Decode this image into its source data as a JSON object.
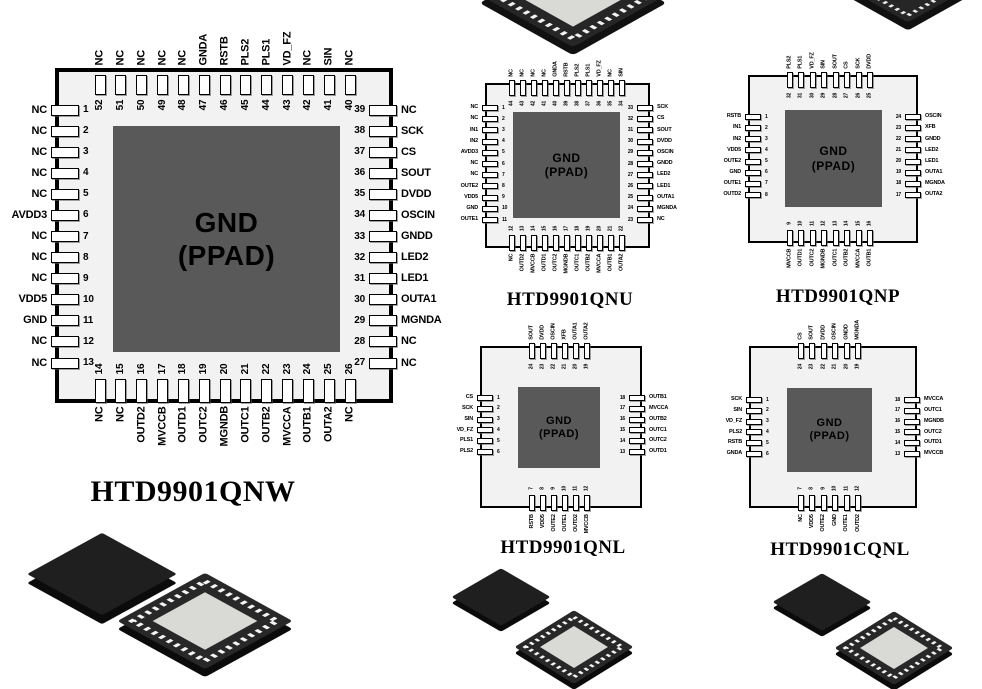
{
  "colors": {
    "page_background": "#ffffff",
    "chip_body_fill": "#f2f2f2",
    "chip_outline": "#000000",
    "ppad_fill": "#595959",
    "pin_pad_fill": "#ffffff",
    "label_text": "#000000",
    "package_body": "#262626",
    "package_pad": "#d9d9d5"
  },
  "chips": [
    {
      "id": "qnw",
      "title": "HTD9901QNW",
      "pad_line1": "GND",
      "pad_line2": "(PPAD)",
      "pins": {
        "left": [
          {
            "num": "1",
            "label": "NC"
          },
          {
            "num": "2",
            "label": "NC"
          },
          {
            "num": "3",
            "label": "NC"
          },
          {
            "num": "4",
            "label": "NC"
          },
          {
            "num": "5",
            "label": "NC"
          },
          {
            "num": "6",
            "label": "AVDD3"
          },
          {
            "num": "7",
            "label": "NC"
          },
          {
            "num": "8",
            "label": "NC"
          },
          {
            "num": "9",
            "label": "NC"
          },
          {
            "num": "10",
            "label": "VDD5"
          },
          {
            "num": "11",
            "label": "GND"
          },
          {
            "num": "12",
            "label": "NC"
          },
          {
            "num": "13",
            "label": "NC"
          }
        ],
        "right": [
          {
            "num": "39",
            "label": "NC"
          },
          {
            "num": "38",
            "label": "SCK"
          },
          {
            "num": "37",
            "label": "CS"
          },
          {
            "num": "36",
            "label": "SOUT"
          },
          {
            "num": "35",
            "label": "DVDD"
          },
          {
            "num": "34",
            "label": "OSCIN"
          },
          {
            "num": "33",
            "label": "GNDD"
          },
          {
            "num": "32",
            "label": "LED2"
          },
          {
            "num": "31",
            "label": "LED1"
          },
          {
            "num": "30",
            "label": "OUTA1"
          },
          {
            "num": "29",
            "label": "MGNDA"
          },
          {
            "num": "28",
            "label": "NC"
          },
          {
            "num": "27",
            "label": "NC"
          }
        ],
        "top": [
          {
            "num": "52",
            "label": "NC"
          },
          {
            "num": "51",
            "label": "NC"
          },
          {
            "num": "50",
            "label": "NC"
          },
          {
            "num": "49",
            "label": "NC"
          },
          {
            "num": "48",
            "label": "NC"
          },
          {
            "num": "47",
            "label": "GNDA"
          },
          {
            "num": "46",
            "label": "RSTB"
          },
          {
            "num": "45",
            "label": "PLS2"
          },
          {
            "num": "44",
            "label": "PLS1"
          },
          {
            "num": "43",
            "label": "VD_FZ"
          },
          {
            "num": "42",
            "label": "NC"
          },
          {
            "num": "41",
            "label": "SIN"
          },
          {
            "num": "40",
            "label": "NC"
          }
        ],
        "bottom": [
          {
            "num": "14",
            "label": "NC"
          },
          {
            "num": "15",
            "label": "NC"
          },
          {
            "num": "16",
            "label": "OUTD2"
          },
          {
            "num": "17",
            "label": "MVCCB"
          },
          {
            "num": "18",
            "label": "OUTD1"
          },
          {
            "num": "19",
            "label": "OUTC2"
          },
          {
            "num": "20",
            "label": "MGNDB"
          },
          {
            "num": "21",
            "label": "OUTC1"
          },
          {
            "num": "22",
            "label": "OUTB2"
          },
          {
            "num": "23",
            "label": "MVCCA"
          },
          {
            "num": "24",
            "label": "OUTB1"
          },
          {
            "num": "25",
            "label": "OUTA2"
          },
          {
            "num": "26",
            "label": "NC"
          }
        ]
      }
    },
    {
      "id": "qnu",
      "title": "HTD9901QNU",
      "pad_line1": "GND",
      "pad_line2": "(PPAD)",
      "pins": {
        "left": [
          {
            "num": "1",
            "label": "NC"
          },
          {
            "num": "2",
            "label": "NC"
          },
          {
            "num": "3",
            "label": "IN1"
          },
          {
            "num": "4",
            "label": "IN2"
          },
          {
            "num": "5",
            "label": "AVDD3"
          },
          {
            "num": "6",
            "label": "NC"
          },
          {
            "num": "7",
            "label": "NC"
          },
          {
            "num": "8",
            "label": "OUTE2"
          },
          {
            "num": "9",
            "label": "VDD5"
          },
          {
            "num": "10",
            "label": "GND"
          },
          {
            "num": "11",
            "label": "OUTE1"
          }
        ],
        "right": [
          {
            "num": "33",
            "label": "SCK"
          },
          {
            "num": "32",
            "label": "CS"
          },
          {
            "num": "31",
            "label": "SOUT"
          },
          {
            "num": "30",
            "label": "DVDD"
          },
          {
            "num": "29",
            "label": "OSCIN"
          },
          {
            "num": "28",
            "label": "GNDD"
          },
          {
            "num": "27",
            "label": "LED2"
          },
          {
            "num": "26",
            "label": "LED1"
          },
          {
            "num": "25",
            "label": "OUTA1"
          },
          {
            "num": "24",
            "label": "MGNDA"
          },
          {
            "num": "23",
            "label": "NC"
          }
        ],
        "top": [
          {
            "num": "44",
            "label": "NC"
          },
          {
            "num": "43",
            "label": "NC"
          },
          {
            "num": "42",
            "label": "NC"
          },
          {
            "num": "41",
            "label": "NC"
          },
          {
            "num": "40",
            "label": "GNDA"
          },
          {
            "num": "39",
            "label": "RSTB"
          },
          {
            "num": "38",
            "label": "PLS2"
          },
          {
            "num": "37",
            "label": "PLS1"
          },
          {
            "num": "36",
            "label": "VD_FZ"
          },
          {
            "num": "35",
            "label": "NC"
          },
          {
            "num": "34",
            "label": "SIN"
          }
        ],
        "bottom": [
          {
            "num": "12",
            "label": "NC"
          },
          {
            "num": "13",
            "label": "OUTD2"
          },
          {
            "num": "14",
            "label": "MVCCB"
          },
          {
            "num": "15",
            "label": "OUTD1"
          },
          {
            "num": "16",
            "label": "OUTC2"
          },
          {
            "num": "17",
            "label": "MGNDB"
          },
          {
            "num": "18",
            "label": "OUTC1"
          },
          {
            "num": "19",
            "label": "OUTB2"
          },
          {
            "num": "20",
            "label": "MVCCA"
          },
          {
            "num": "21",
            "label": "OUTB1"
          },
          {
            "num": "22",
            "label": "OUTA2"
          }
        ]
      }
    },
    {
      "id": "qnp",
      "title": "HTD9901QNP",
      "pad_line1": "GND",
      "pad_line2": "(PPAD)",
      "pins": {
        "left": [
          {
            "num": "1",
            "label": "RSTB"
          },
          {
            "num": "2",
            "label": "IN1"
          },
          {
            "num": "3",
            "label": "IN2"
          },
          {
            "num": "4",
            "label": "VDD5"
          },
          {
            "num": "5",
            "label": "OUTE2"
          },
          {
            "num": "6",
            "label": "GND"
          },
          {
            "num": "7",
            "label": "OUTE1"
          },
          {
            "num": "8",
            "label": "OUTD2"
          }
        ],
        "right": [
          {
            "num": "24",
            "label": "OSCIN"
          },
          {
            "num": "23",
            "label": "XFB"
          },
          {
            "num": "22",
            "label": "GNDD"
          },
          {
            "num": "21",
            "label": "LED2"
          },
          {
            "num": "20",
            "label": "LED1"
          },
          {
            "num": "19",
            "label": "OUTA1"
          },
          {
            "num": "18",
            "label": "MGNDA"
          },
          {
            "num": "17",
            "label": "OUTA2"
          }
        ],
        "top": [
          {
            "num": "32",
            "label": "PLS2"
          },
          {
            "num": "31",
            "label": "PLS1"
          },
          {
            "num": "30",
            "label": "VD_FZ"
          },
          {
            "num": "29",
            "label": "SIN"
          },
          {
            "num": "28",
            "label": "SOUT"
          },
          {
            "num": "27",
            "label": "CS"
          },
          {
            "num": "26",
            "label": "SCK"
          },
          {
            "num": "25",
            "label": "DVDD"
          }
        ],
        "bottom": [
          {
            "num": "9",
            "label": "MVCCB"
          },
          {
            "num": "10",
            "label": "OUTD1"
          },
          {
            "num": "11",
            "label": "OUTC2"
          },
          {
            "num": "12",
            "label": "MGNDB"
          },
          {
            "num": "13",
            "label": "OUTC1"
          },
          {
            "num": "14",
            "label": "OUTB2"
          },
          {
            "num": "15",
            "label": "MVCCA"
          },
          {
            "num": "16",
            "label": "OUTB1"
          }
        ]
      }
    },
    {
      "id": "qnl",
      "title": "HTD9901QNL",
      "pad_line1": "GND",
      "pad_line2": "(PPAD)",
      "pins": {
        "left": [
          {
            "num": "1",
            "label": "CS"
          },
          {
            "num": "2",
            "label": "SCK"
          },
          {
            "num": "3",
            "label": "SIN"
          },
          {
            "num": "4",
            "label": "VD_FZ"
          },
          {
            "num": "5",
            "label": "PLS1"
          },
          {
            "num": "6",
            "label": "PLS2"
          }
        ],
        "right": [
          {
            "num": "18",
            "label": "OUTB1"
          },
          {
            "num": "17",
            "label": "MVCCA"
          },
          {
            "num": "16",
            "label": "OUTB2"
          },
          {
            "num": "15",
            "label": "OUTC1"
          },
          {
            "num": "14",
            "label": "OUTC2"
          },
          {
            "num": "13",
            "label": "OUTD1"
          }
        ],
        "top": [
          {
            "num": "24",
            "label": "SOUT"
          },
          {
            "num": "23",
            "label": "DVDD"
          },
          {
            "num": "22",
            "label": "OSCIN"
          },
          {
            "num": "21",
            "label": "XFB"
          },
          {
            "num": "20",
            "label": "OUTA1"
          },
          {
            "num": "19",
            "label": "OUTA2"
          }
        ],
        "bottom": [
          {
            "num": "7",
            "label": "RSTB"
          },
          {
            "num": "8",
            "label": "VDD5"
          },
          {
            "num": "9",
            "label": "OUTE2"
          },
          {
            "num": "10",
            "label": "OUTE1"
          },
          {
            "num": "11",
            "label": "OUTD2"
          },
          {
            "num": "12",
            "label": "MVCCB"
          }
        ]
      }
    },
    {
      "id": "cqnl",
      "title": "HTD9901CQNL",
      "pad_line1": "GND",
      "pad_line2": "(PPAD)",
      "pins": {
        "left": [
          {
            "num": "1",
            "label": "SCK"
          },
          {
            "num": "2",
            "label": "SIN"
          },
          {
            "num": "3",
            "label": "VD_FZ"
          },
          {
            "num": "4",
            "label": "PLS2"
          },
          {
            "num": "5",
            "label": "RSTB"
          },
          {
            "num": "6",
            "label": "GNDA"
          }
        ],
        "right": [
          {
            "num": "18",
            "label": "MVCCA"
          },
          {
            "num": "17",
            "label": "OUTC1"
          },
          {
            "num": "16",
            "label": "MGNDB"
          },
          {
            "num": "15",
            "label": "OUTC2"
          },
          {
            "num": "14",
            "label": "OUTD1"
          },
          {
            "num": "13",
            "label": "MVCCB"
          }
        ],
        "top": [
          {
            "num": "24",
            "label": "CS"
          },
          {
            "num": "23",
            "label": "SOUT"
          },
          {
            "num": "22",
            "label": "DVDD"
          },
          {
            "num": "21",
            "label": "OSCIN"
          },
          {
            "num": "20",
            "label": "GNDD"
          },
          {
            "num": "19",
            "label": "MGNDA"
          }
        ],
        "bottom": [
          {
            "num": "7",
            "label": "NC"
          },
          {
            "num": "8",
            "label": "VDD5"
          },
          {
            "num": "9",
            "label": "OUTE2"
          },
          {
            "num": "10",
            "label": "GND"
          },
          {
            "num": "11",
            "label": "OUTE1"
          },
          {
            "num": "12",
            "label": "OUTD2"
          }
        ]
      }
    }
  ]
}
